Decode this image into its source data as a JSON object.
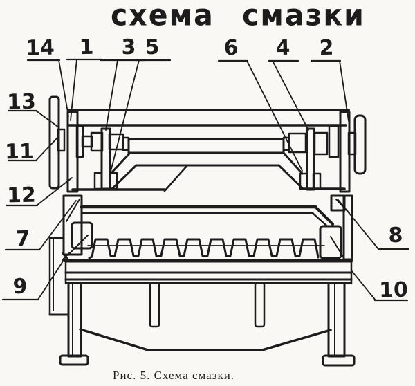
{
  "title": "схема смазки",
  "caption": "Рис. 5. Схема смазки.",
  "figure_number": "5",
  "callouts": [
    {
      "label": "14"
    },
    {
      "label": "1"
    },
    {
      "label": "3"
    },
    {
      "label": "5"
    },
    {
      "label": "6"
    },
    {
      "label": "4"
    },
    {
      "label": "2"
    },
    {
      "label": "13"
    },
    {
      "label": "11"
    },
    {
      "label": "12"
    },
    {
      "label": "7"
    },
    {
      "label": "9"
    },
    {
      "label": "8"
    },
    {
      "label": "10"
    }
  ],
  "colors": {
    "ink": "#1c1c1c",
    "paper": "#f9f8f4"
  }
}
